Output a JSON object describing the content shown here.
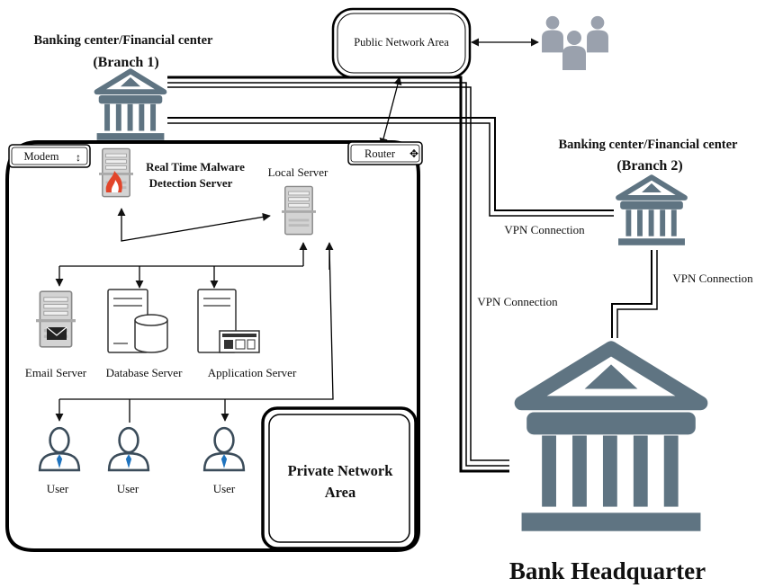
{
  "branch1": {
    "title": "Banking center/Financial center",
    "subtitle": "(Branch 1)"
  },
  "branch2": {
    "title": "Banking center/Financial center",
    "subtitle": "(Branch 2)"
  },
  "public_network": {
    "label": "Public Network Area"
  },
  "modem": {
    "label": "Modem"
  },
  "router": {
    "label": "Router"
  },
  "malware_server": {
    "line1": "Real Time Malware",
    "line2": "Detection Server"
  },
  "local_server": {
    "label": "Local Server"
  },
  "servers": {
    "email": "Email Server",
    "database": "Database Server",
    "application": "Application Server"
  },
  "users": [
    "User",
    "User",
    "User"
  ],
  "private_network": {
    "line1": "Private Network",
    "line2": "Area"
  },
  "vpn": {
    "label_branch2": "VPN Connection",
    "label_main": "VPN Connection",
    "label_hq": "VPN Connection"
  },
  "headquarter": {
    "label": "Bank Headquarter"
  },
  "colors": {
    "building": "#5f7482",
    "server": "#c8c8c8",
    "people": "#9aa1ad",
    "user_tie": "#1e73be",
    "malware": "#e2452a"
  }
}
